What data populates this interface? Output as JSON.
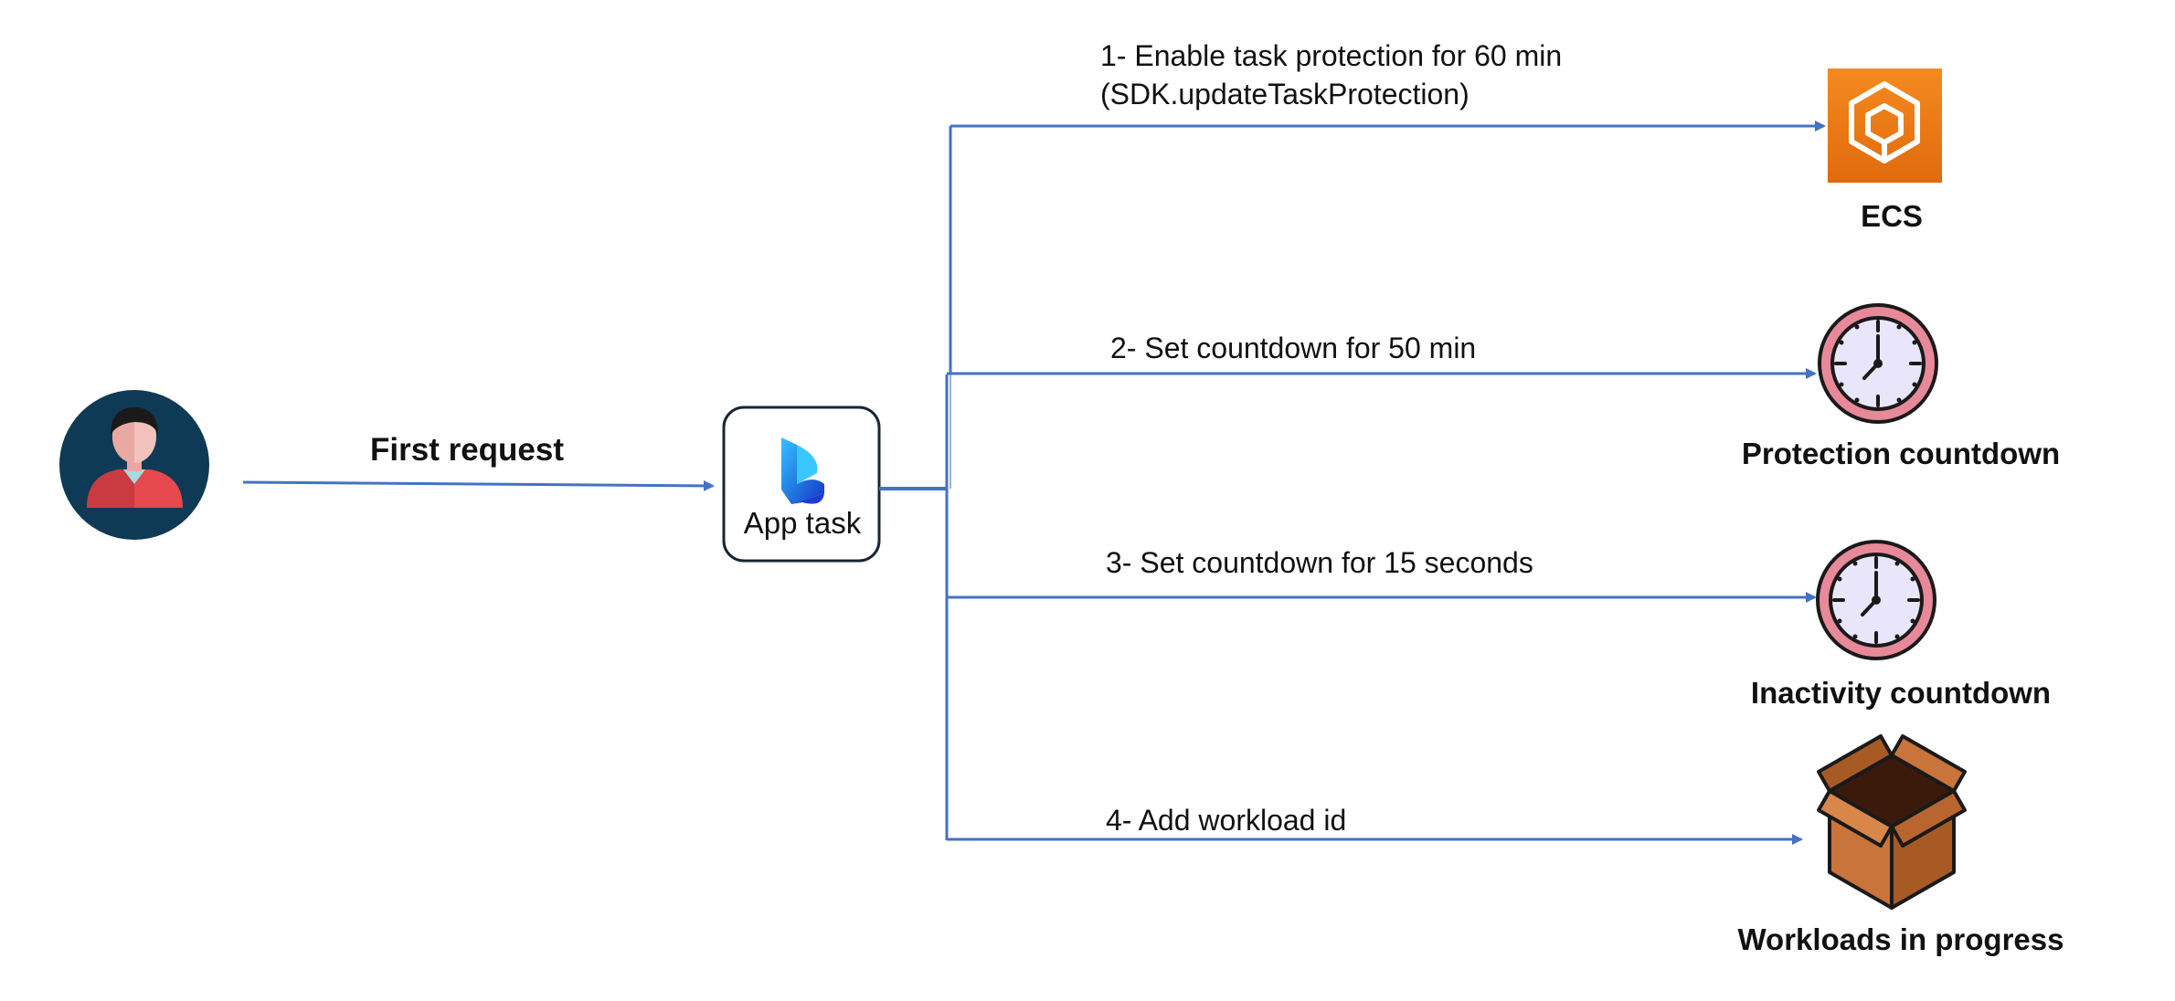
{
  "user": {
    "request_label": "First request"
  },
  "app_task": {
    "label": "App task"
  },
  "steps": [
    {
      "line1": "1- Enable task protection for 60 min",
      "line2": "(SDK.updateTaskProtection)"
    },
    {
      "line1": "2- Set countdown for 50 min"
    },
    {
      "line1": "3- Set countdown for 15 seconds"
    },
    {
      "line1": "4- Add workload id"
    }
  ],
  "targets": {
    "ecs": {
      "label": "ECS",
      "color": "#E8730E"
    },
    "protection": {
      "label": "Protection countdown"
    },
    "inactivity": {
      "label": "Inactivity countdown"
    },
    "workloads": {
      "label": "Workloads in progress"
    }
  },
  "colors": {
    "arrow": "#4472C4",
    "avatar_bg": "#0F3A55",
    "clock_ring": "#E8899A",
    "box": "#C8743A"
  },
  "icons": {
    "user": "user-avatar-icon",
    "app": "app-task-logo-icon",
    "ecs": "ecs-icon",
    "clock": "clock-icon",
    "box": "open-box-icon"
  }
}
